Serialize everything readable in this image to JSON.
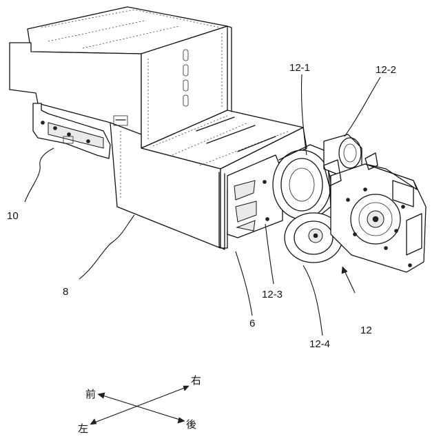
{
  "labels": {
    "ref_12_1": "12-1",
    "ref_12_2": "12-2",
    "ref_10": "10",
    "ref_8": "8",
    "ref_12_3": "12-3",
    "ref_6": "6",
    "ref_12": "12",
    "ref_12_4": "12-4"
  },
  "directions": {
    "front": "前",
    "right": "右",
    "left": "左",
    "rear": "後"
  }
}
